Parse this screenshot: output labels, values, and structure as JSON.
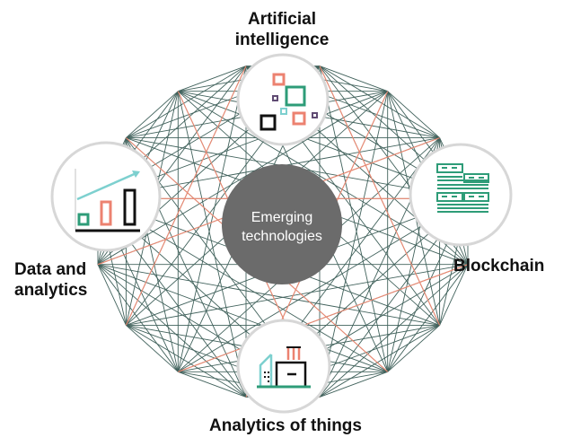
{
  "center": {
    "line1": "Emerging",
    "line2": "technologies"
  },
  "nodes": {
    "ai": {
      "line1": "Artificial",
      "line2": "intelligence",
      "icon": "ai-squares-icon"
    },
    "data": {
      "line1": "Data and",
      "line2": "analytics",
      "icon": "bar-chart-trend-icon"
    },
    "blockchain": {
      "line1": "Blockchain",
      "icon": "blockchain-ledger-icon"
    },
    "aot": {
      "line1": "Analytics of things",
      "icon": "factory-building-icon"
    }
  },
  "colors": {
    "mesh": "#41625c",
    "accent_line": "#ee8a73",
    "center_fill": "#6b6b6b",
    "node_border": "#d7d7d7",
    "icon_green": "#2e9c78",
    "icon_salmon": "#ec8270",
    "icon_purple": "#604b73",
    "icon_teal": "#7dd0cf",
    "icon_black": "#111111"
  }
}
